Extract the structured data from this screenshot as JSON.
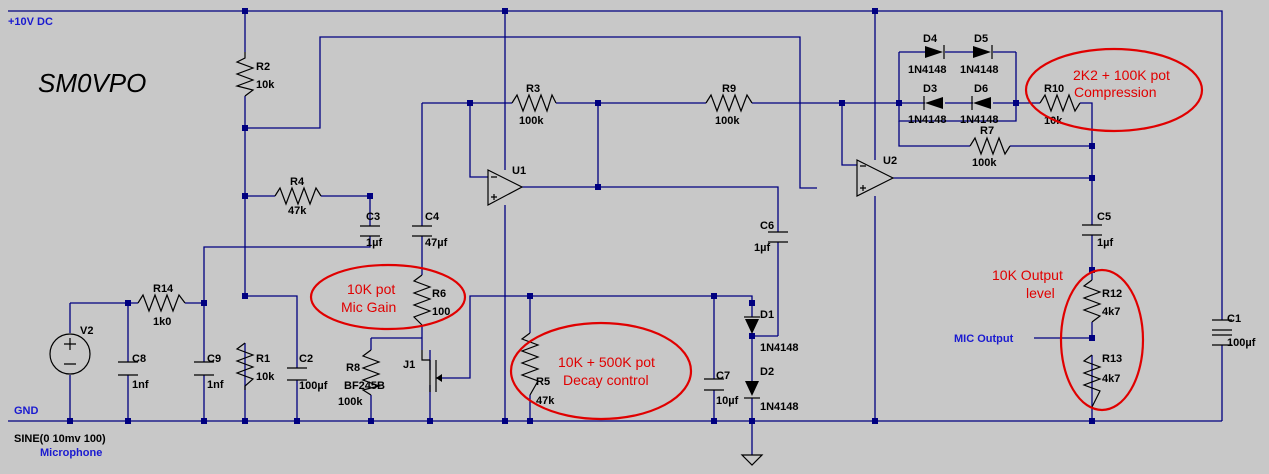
{
  "title": "SM0VPO",
  "nets": {
    "supply": "+10V DC",
    "ground": "GND",
    "output": "MIC Output",
    "source_spec": "SINE(0 10mv 100)",
    "source_name": "Microphone"
  },
  "components": {
    "R1": {
      "ref": "R1",
      "value": "10k"
    },
    "R2": {
      "ref": "R2",
      "value": "10k"
    },
    "R3": {
      "ref": "R3",
      "value": "100k"
    },
    "R4": {
      "ref": "R4",
      "value": "47k"
    },
    "R5": {
      "ref": "R5",
      "value": "47k"
    },
    "R6": {
      "ref": "R6",
      "value": "100"
    },
    "R7": {
      "ref": "R7",
      "value": "100k"
    },
    "R8": {
      "ref": "R8",
      "value": "100k"
    },
    "R9": {
      "ref": "R9",
      "value": "100k"
    },
    "R10": {
      "ref": "R10",
      "value": "10k"
    },
    "R12": {
      "ref": "R12",
      "value": "4k7"
    },
    "R13": {
      "ref": "R13",
      "value": "4k7"
    },
    "R14": {
      "ref": "R14",
      "value": "1k0"
    },
    "C1": {
      "ref": "C1",
      "value": "100µf"
    },
    "C2": {
      "ref": "C2",
      "value": "100µf"
    },
    "C3": {
      "ref": "C3",
      "value": "1µf"
    },
    "C4": {
      "ref": "C4",
      "value": "47µf"
    },
    "C5": {
      "ref": "C5",
      "value": "1µf"
    },
    "C6": {
      "ref": "C6",
      "value": "1µf"
    },
    "C7": {
      "ref": "C7",
      "value": "10µf"
    },
    "C8": {
      "ref": "C8",
      "value": "1nf"
    },
    "C9": {
      "ref": "C9",
      "value": "1nf"
    },
    "D1": {
      "ref": "D1",
      "value": "1N4148"
    },
    "D2": {
      "ref": "D2",
      "value": "1N4148"
    },
    "D3": {
      "ref": "D3",
      "value": "1N4148"
    },
    "D4": {
      "ref": "D4",
      "value": "1N4148"
    },
    "D5": {
      "ref": "D5",
      "value": "1N4148"
    },
    "D6": {
      "ref": "D6",
      "value": "1N4148"
    },
    "U1": {
      "ref": "U1"
    },
    "U2": {
      "ref": "U2"
    },
    "J1": {
      "ref": "J1",
      "value": "BF245B"
    },
    "V2": {
      "ref": "V2"
    }
  },
  "annotations": {
    "compression": [
      "2K2 + 100K pot",
      "Compression"
    ],
    "mic_gain": [
      "10K pot",
      "Mic Gain"
    ],
    "decay": [
      "10K + 500K pot",
      "Decay control"
    ],
    "output_level": [
      "10K Output",
      "level"
    ]
  },
  "colors": {
    "background": "#c8c8c8",
    "wire": "#000080",
    "annotation": "#e00000",
    "net_label": "#1a1ad0"
  }
}
